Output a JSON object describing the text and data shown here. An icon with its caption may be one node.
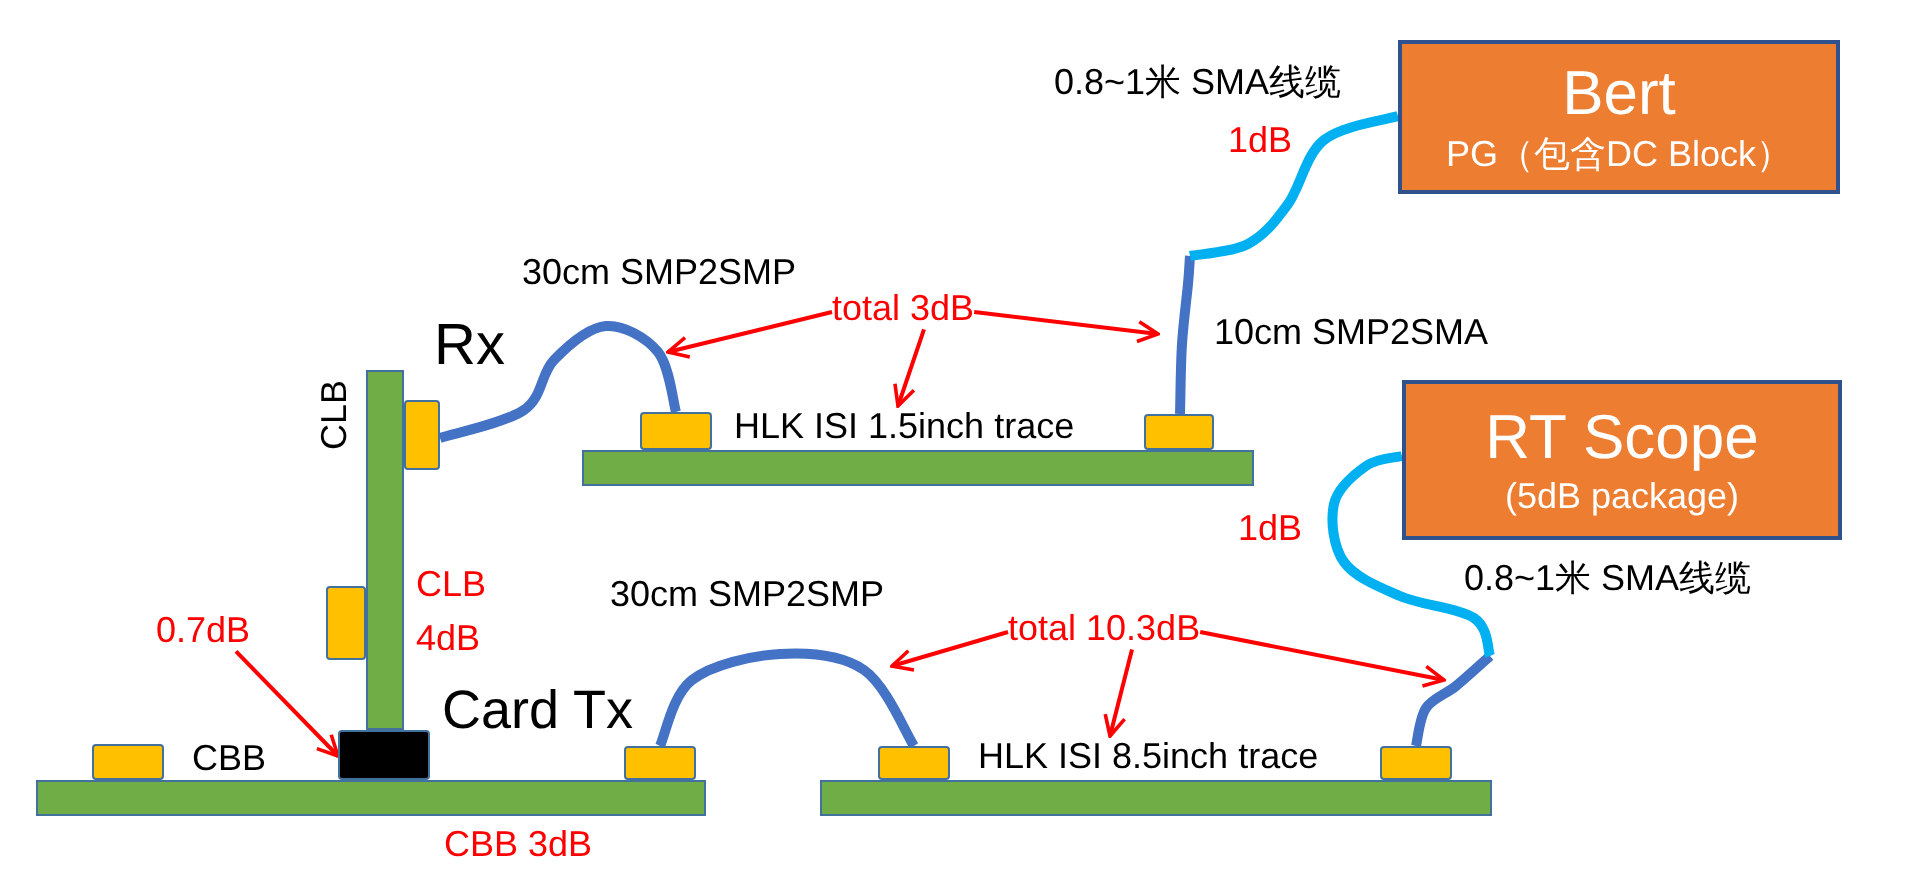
{
  "diagram": {
    "nodes": [
      {
        "text": [
          "Bert",
          "PG（包含DC Block）"
        ]
      },
      {
        "text": [
          "total 3dB"
        ]
      },
      {
        "text": [
          "CLB"
        ],
        "beside": [
          "CLB 4dB"
        ]
      },
      {
        "text": [],
        "shape": "box",
        "beside": [
          "Rx"
        ]
      },
      {
        "text": [],
        "shape": "box"
      },
      {
        "text": [
          "HLK ISI 1.5inch trace"
        ]
      },
      {
        "text": [],
        "shape": "box"
      },
      {
        "text": [],
        "shape": "bar"
      },
      {
        "text": [
          "RT Scope",
          "(5dB package)"
        ]
      },
      {
        "text": [],
        "shape": "box"
      },
      {
        "text": [
          "0.7dB"
        ]
      },
      {
        "text": [
          "total 10.3dB"
        ]
      },
      {
        "text": [],
        "shape": "box"
      },
      {
        "text": [
          "CBB"
        ],
        "beside": [
          "CBB 3dB"
        ]
      },
      {
        "text": [],
        "shape": "box"
      },
      {
        "text": [],
        "shape": "box",
        "beside": [
          "Card Tx"
        ]
      },
      {
        "text": [],
        "shape": "box"
      },
      {
        "text": [
          "HLK ISI 8.5inch trace"
        ]
      },
      {
        "text": [],
        "shape": "box"
      },
      {
        "text": [],
        "shape": "bar"
      }
    ],
    "edges": [
      {
        "from": 3,
        "to": 4,
        "arrow": "none",
        "label": "30cm SMP2SMP",
        "style": "thick",
        "color": "#4472c4"
      },
      {
        "from": 6,
        "to": null,
        "arrow": "none",
        "label": "10cm SMP2SMA",
        "style": "thick",
        "color": "#4472c4"
      },
      {
        "from": null,
        "to": 0,
        "arrow": "none",
        "label": "0.8~1米 SMA线缆",
        "style": "thick",
        "color": "#00b0f0"
      },
      {
        "from": 15,
        "to": 16,
        "arrow": "none",
        "label": "30cm SMP2SMP",
        "style": "thick",
        "color": "#4472c4"
      },
      {
        "from": 18,
        "to": null,
        "arrow": "none",
        "style": "thick",
        "color": "#4472c4"
      },
      {
        "from": null,
        "to": 8,
        "arrow": "none",
        "label": "0.8~1米 SMA线缆",
        "style": "thick",
        "color": "#00b0f0"
      },
      {
        "from": 1,
        "to": null,
        "arrow": "to"
      },
      {
        "from": 1,
        "to": 5,
        "arrow": "to"
      },
      {
        "from": 1,
        "to": null,
        "arrow": "to"
      },
      {
        "from": 11,
        "to": null,
        "arrow": "to"
      },
      {
        "from": 11,
        "to": 17,
        "arrow": "to"
      },
      {
        "from": 11,
        "to": null,
        "arrow": "to"
      },
      {
        "from": 10,
        "to": 14,
        "arrow": "to"
      }
    ],
    "labels": [
      "1dB",
      "1dB"
    ]
  }
}
